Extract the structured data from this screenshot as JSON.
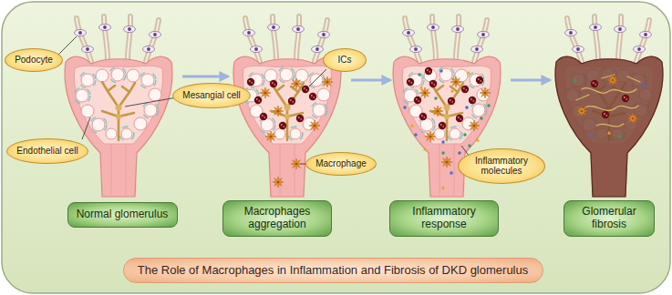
{
  "diagram": {
    "nodes": [
      {
        "text": [
          "Podocyte"
        ]
      },
      {
        "text": [
          "Mesangial cell"
        ]
      },
      {
        "text": [
          "Endothelial cell"
        ]
      },
      {
        "text": [
          "Normal glomerulus"
        ]
      },
      {
        "text": [
          "ICs"
        ]
      },
      {
        "text": [
          "Macrophage"
        ]
      },
      {
        "text": [
          "Macrophages aggregation"
        ]
      },
      {
        "text": [
          "Inflammatory molecules"
        ]
      },
      {
        "text": [
          "Inflammatory response"
        ]
      },
      {
        "text": [
          "Glomerular fibrosis"
        ]
      },
      {
        "text": [
          "The Role of Macrophages in Inflammation and Fibrosis of DKD glomerulus"
        ]
      }
    ]
  }
}
